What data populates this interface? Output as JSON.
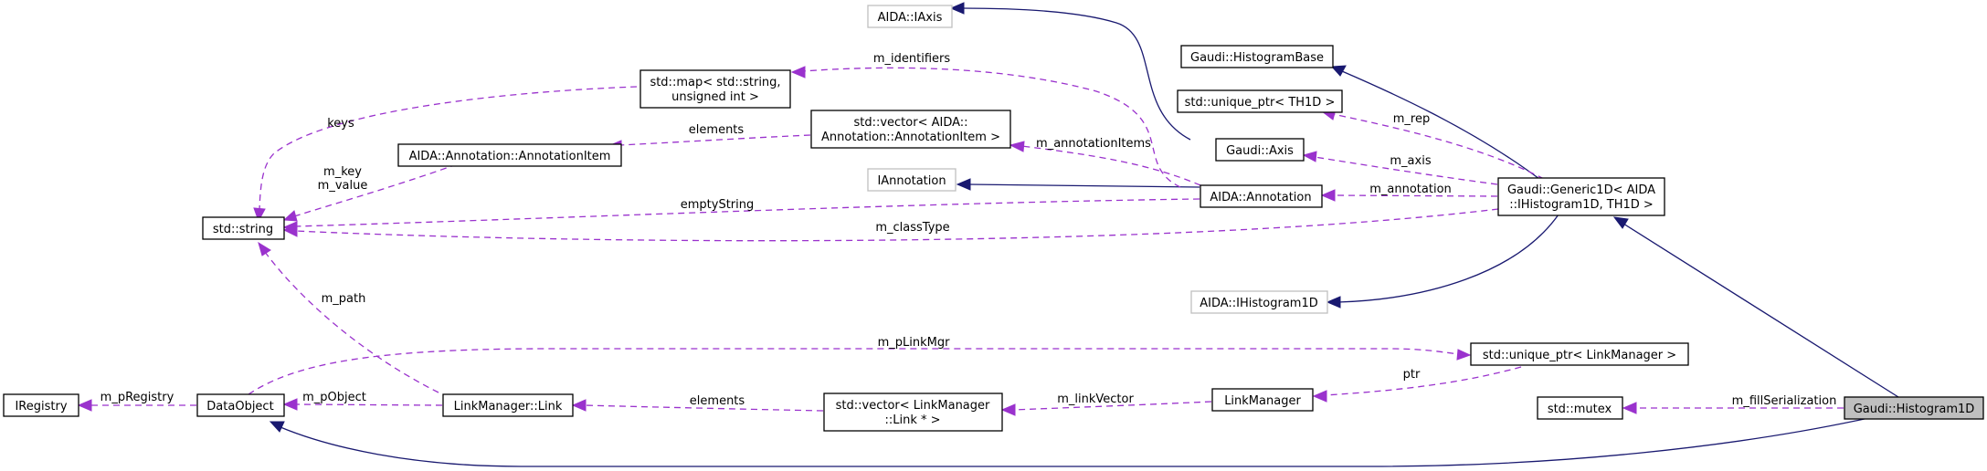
{
  "nodes": {
    "iaxis": "AIDA::IAxis",
    "histbase": "Gaudi::HistogramBase",
    "uptr_th1d": "std::unique_ptr< TH1D >",
    "map_1": "std::map< std::string,",
    "map_2": "unsigned int >",
    "vec_ann_1": "std::vector< AIDA::",
    "vec_ann_2": "Annotation::AnnotationItem >",
    "gaxis": "Gaudi::Axis",
    "annitem": "AIDA::Annotation::AnnotationItem",
    "iannotation": "IAnnotation",
    "annotation": "AIDA::Annotation",
    "generic_1": "Gaudi::Generic1D< AIDA",
    "generic_2": "::IHistogram1D, TH1D >",
    "stdstring": "std::string",
    "ihist1d": "AIDA::IHistogram1D",
    "uptr_lm": "std::unique_ptr< LinkManager >",
    "iregistry": "IRegistry",
    "dataobject": "DataObject",
    "lmlink": "LinkManager::Link",
    "vec_link_1": "std::vector< LinkManager",
    "vec_link_2": "::Link * >",
    "linkmanager": "LinkManager",
    "mutex": "std::mutex",
    "histogram1d": "Gaudi::Histogram1D"
  },
  "edge_labels": {
    "m_identifiers": "m_identifiers",
    "keys": "keys",
    "elements_ann": "elements",
    "m_key": "m_key",
    "m_value": "m_value",
    "m_annotationItems": "m_annotationItems",
    "m_rep": "m_rep",
    "m_axis": "m_axis",
    "m_annotation": "m_annotation",
    "emptyString": "emptyString",
    "m_classType": "m_classType",
    "m_path": "m_path",
    "m_pLinkMgr": "m_pLinkMgr",
    "ptr": "ptr",
    "m_pRegistry": "m_pRegistry",
    "m_pObject": "m_pObject",
    "elements_link": "elements",
    "m_linkVector": "m_linkVector",
    "m_fillSerialization": "m_fillSerialization"
  },
  "colors": {
    "usage_edge": "#9a32cd",
    "inheritance_edge": "#191970",
    "highlight_fill": "#bfbfbf",
    "external_border": "#bfbfbf"
  }
}
